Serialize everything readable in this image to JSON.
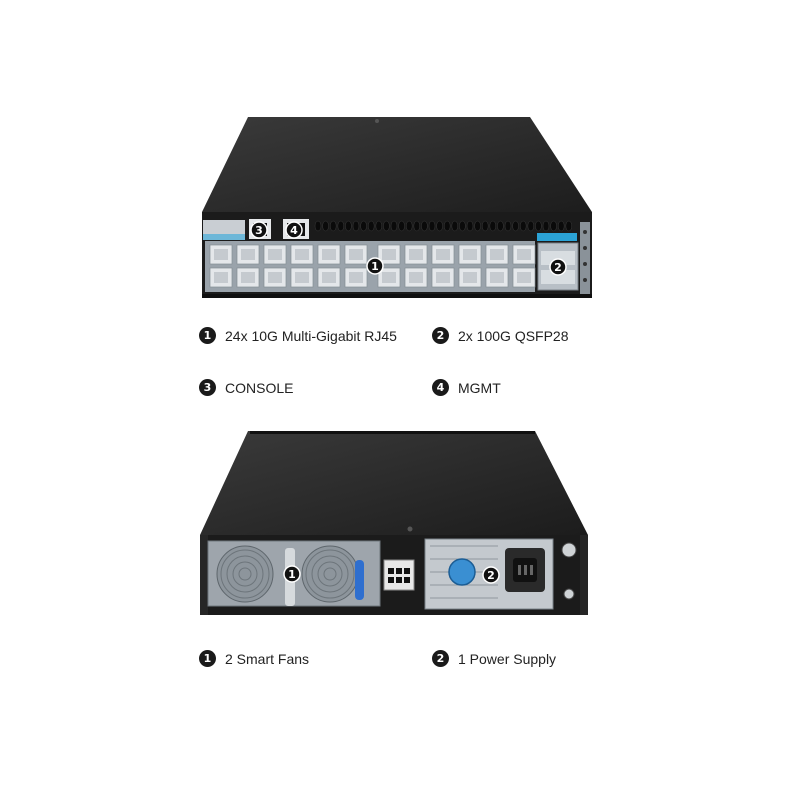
{
  "front": {
    "callouts": [
      "1",
      "2",
      "3",
      "4"
    ],
    "legend": [
      {
        "num": "1",
        "label": "24x 10G Multi-Gigabit RJ45"
      },
      {
        "num": "2",
        "label": "2x 100G QSFP28"
      },
      {
        "num": "3",
        "label": "CONSOLE"
      },
      {
        "num": "4",
        "label": "MGMT"
      }
    ]
  },
  "rear": {
    "callouts": [
      "1",
      "2"
    ],
    "legend": [
      {
        "num": "1",
        "label": "2 Smart Fans"
      },
      {
        "num": "2",
        "label": "1 Power Supply"
      }
    ]
  },
  "colors": {
    "chassis": "#262626",
    "accent": "#2ba3d6",
    "port_panel": "#9aa3ab"
  }
}
